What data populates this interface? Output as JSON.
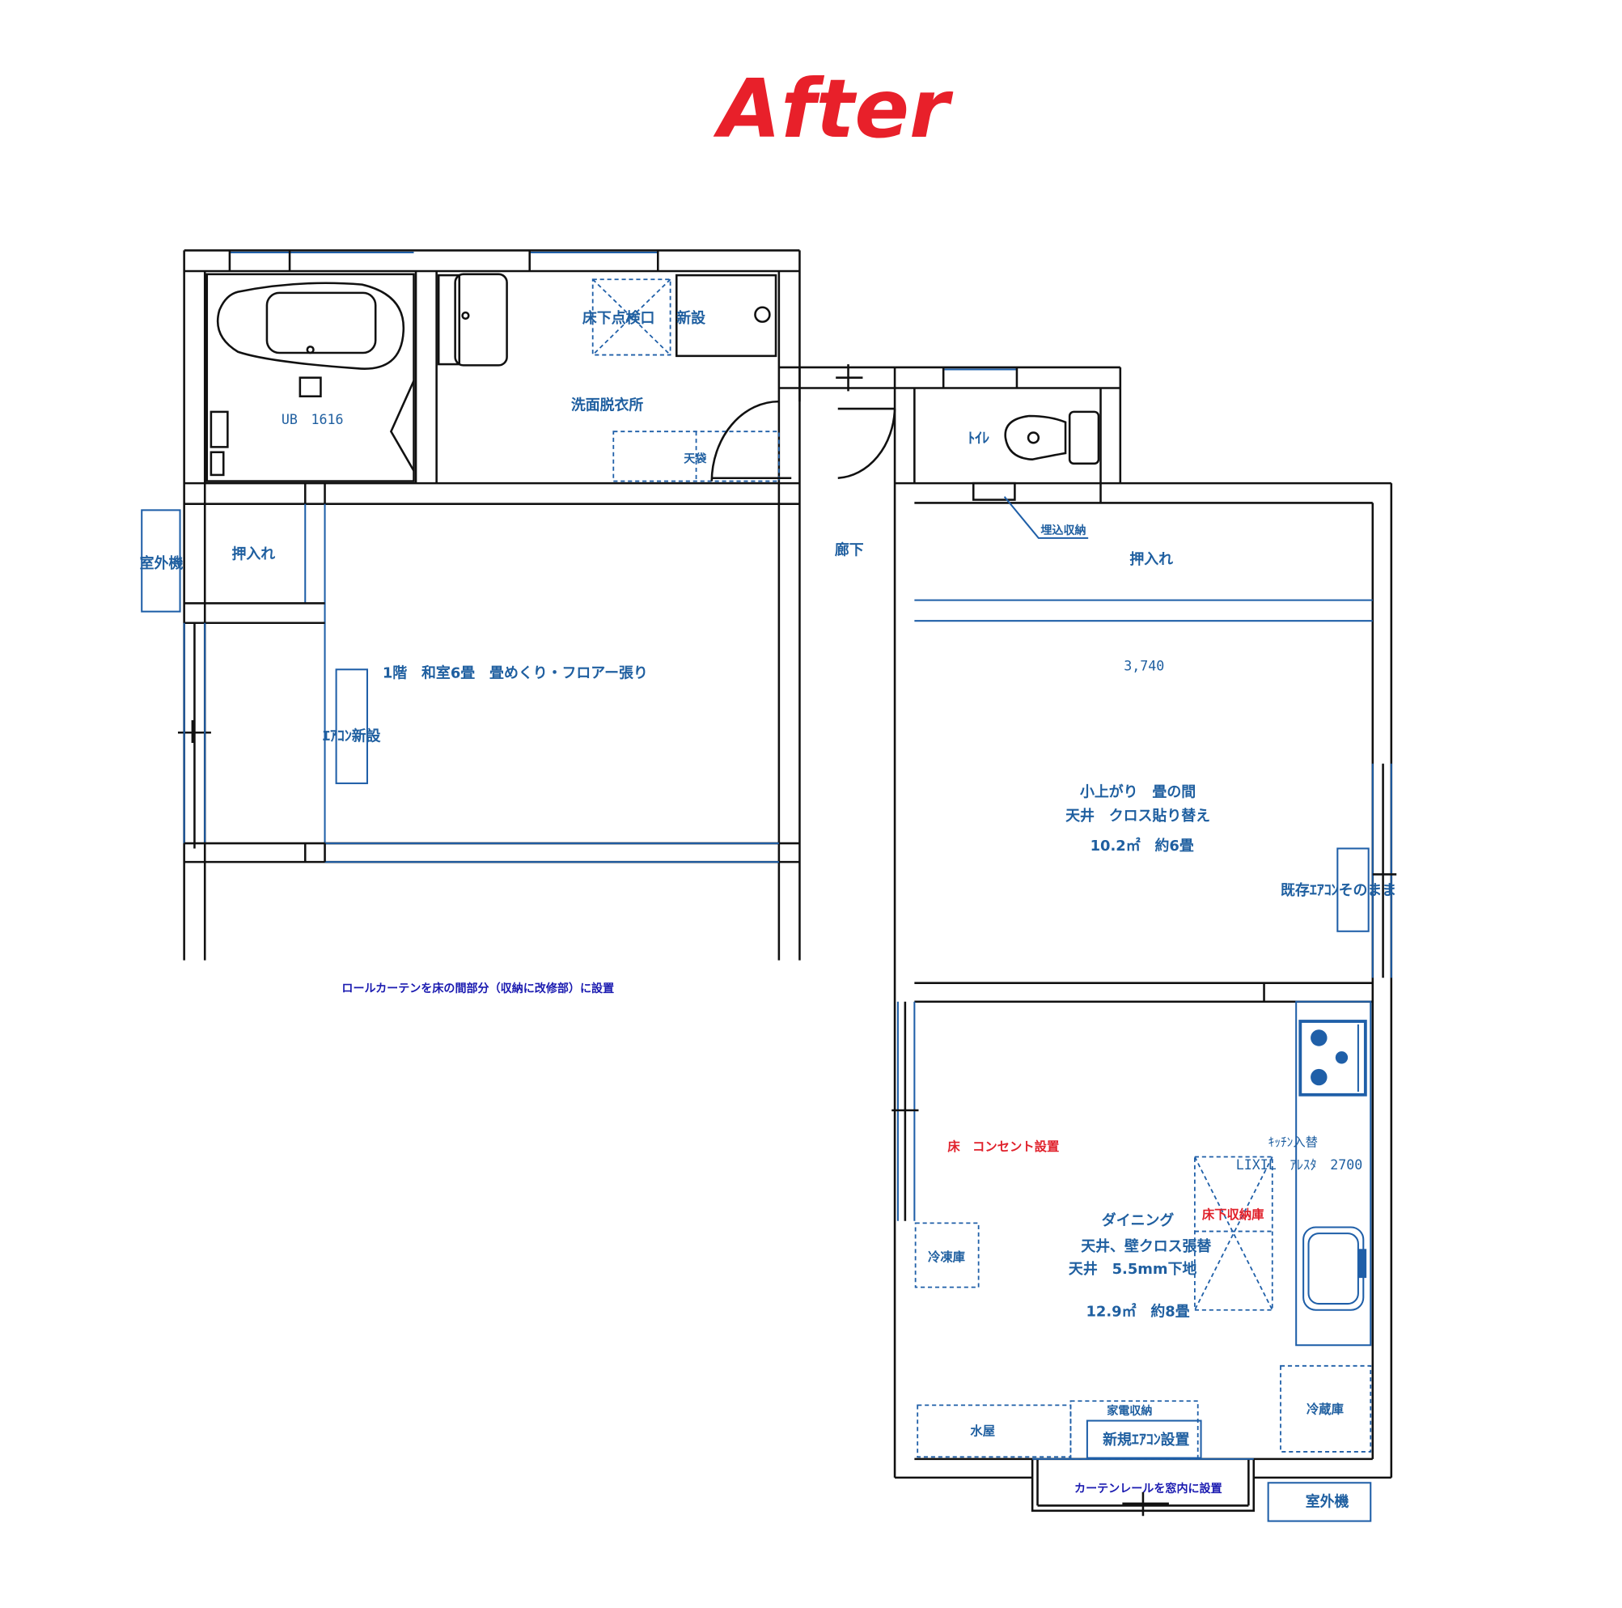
{
  "title": "After",
  "colors": {
    "title": "#e8202a",
    "line": "#1f5fa8",
    "note_red": "#e0202a",
    "note_navy": "#1a1ab0"
  },
  "left_block": {
    "bath_label": "UB　1616",
    "inspection_hatch": "床下点検口",
    "new_install": "新設",
    "washroom": "洗面脱衣所",
    "upper_cabinet": "天袋",
    "closet": "押入れ",
    "outdoor_unit": "室外機",
    "room_label": "1階　和室6畳　畳めくり・フロアー張り",
    "aircon_new": "ｴｱｺﾝ新設",
    "roll_curtain_note": "ロールカーテンを床の間部分（収納に改修部）に設置"
  },
  "corridor": "廊下",
  "right_block": {
    "toilet": "ﾄｲﾚ",
    "built_in_storage": "埋込収納",
    "closet": "押入れ",
    "dimension": "3,740",
    "tatami_room_line1": "小上がり　畳の間",
    "tatami_room_line2": "天井　クロス貼り替え",
    "tatami_room_area": "10.2㎡　約6畳",
    "existing_aircon": "既存ｴｱｺﾝそのまま",
    "floor_outlet": "床　コンセント設置",
    "kitchen_replace": "ｷｯﾁﾝ入替",
    "kitchen_model": "LIXIL　ｱﾚｽﾀ　2700",
    "underfloor_storage": "床下収納庫",
    "dining_line1": "ダイニング",
    "dining_line2": "天井、壁クロス張替",
    "dining_line3": "天井　5.5mm下地",
    "dining_area": "12.9㎡　約8畳",
    "freezer": "冷凍庫",
    "cupboard": "水屋",
    "appliance_storage": "家電収納",
    "new_aircon": "新規ｴｱｺﾝ設置",
    "fridge": "冷蔵庫",
    "curtain_rail_note": "カーテンレールを窓内に設置",
    "outdoor_unit": "室外機"
  }
}
